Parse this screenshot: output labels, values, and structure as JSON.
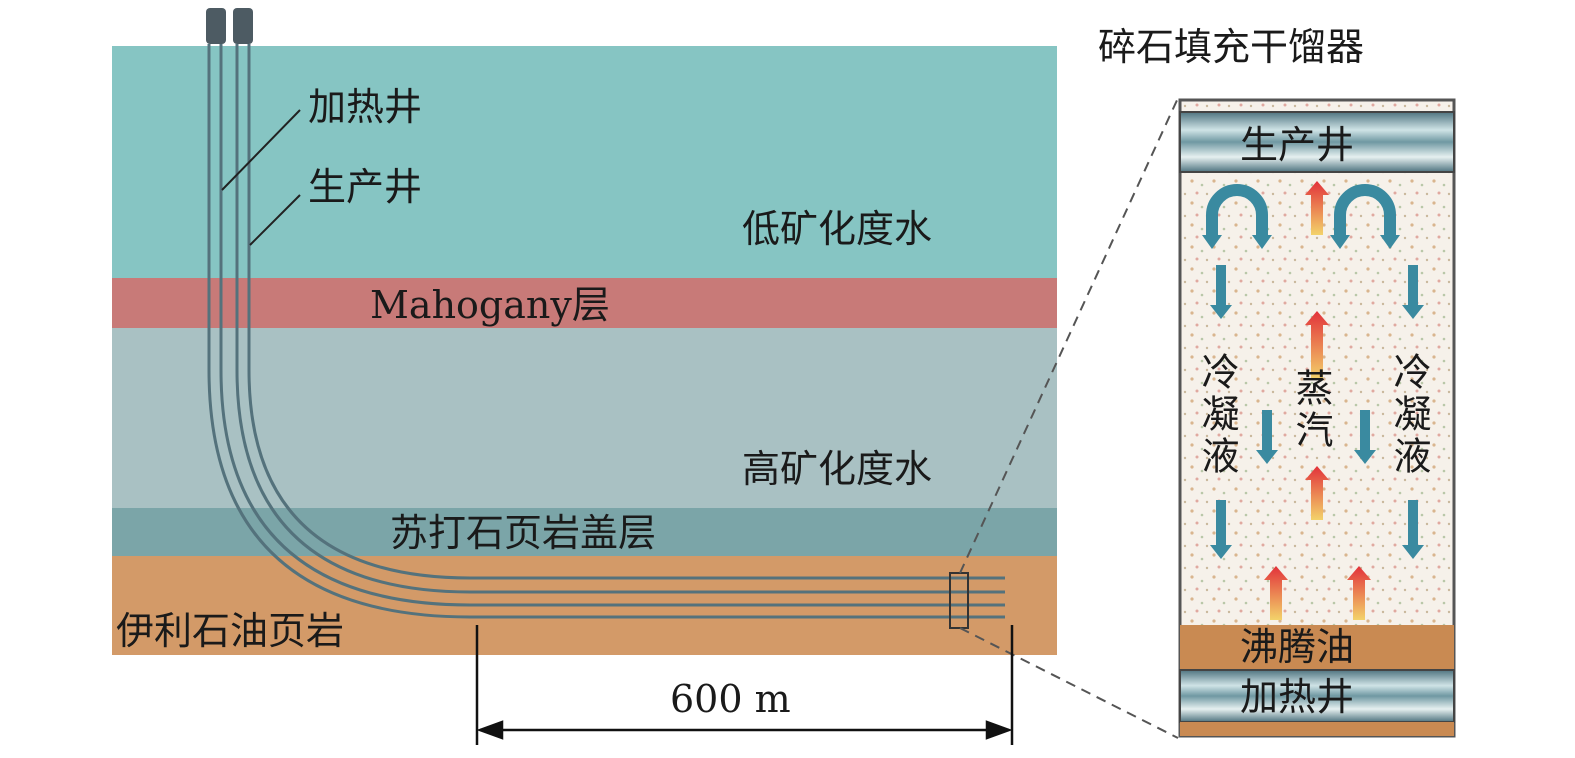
{
  "colors": {
    "low_water": "#86c5c3",
    "mahogany": "#c87a78",
    "high_water": "#a9c1c3",
    "cap": "#7ba5a8",
    "shale": "#d39a68",
    "well": "#5c7d86"
  },
  "labels": {
    "heater_well": "加热井",
    "producer_well": "生产井",
    "low_salinity_water": "低矿化度水",
    "mahogany": "Mahogany层",
    "high_salinity_water": "高矿化度水",
    "nahcolite_cap": "苏打石页岩盖层",
    "oil_shale": "伊利石油页岩",
    "distance": "600 m"
  },
  "panel": {
    "title": "碎石填充干馏器",
    "producer": "生产井",
    "condensate_left": "冷凝液",
    "steam": "蒸汽",
    "condensate_right": "冷凝液",
    "boiling_oil": "沸腾油",
    "heater": "加热井"
  }
}
